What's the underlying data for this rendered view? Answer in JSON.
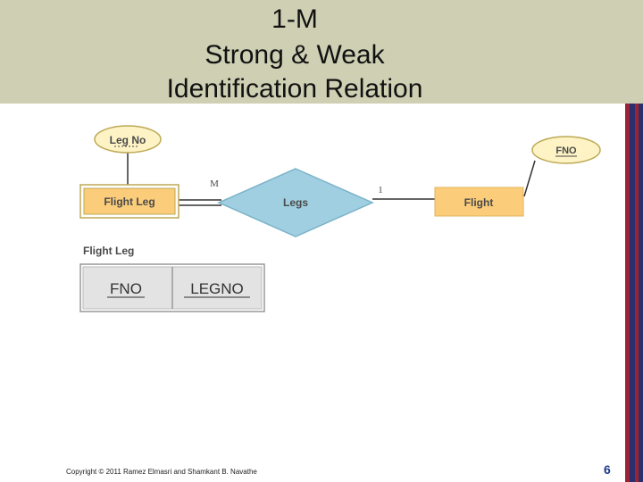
{
  "slide": {
    "title_lines": [
      "1-M",
      "Strong & Weak",
      "Identification Relation"
    ],
    "copyright": "Copyright © 2011 Ramez Elmasri and Shamkant B. Navathe",
    "page_number": "6"
  },
  "diagram": {
    "attributes": {
      "leg_no": "Leg No",
      "fno": "FNO"
    },
    "entities": {
      "weak": "Flight Leg",
      "strong": "Flight"
    },
    "relationship": "Legs",
    "cardinality": {
      "weak_side": "M",
      "strong_side": "1"
    },
    "relation_table": {
      "name": "Flight Leg",
      "columns": [
        "FNO",
        "LEGNO"
      ]
    }
  },
  "colors": {
    "title_band": "#cfcfb4",
    "entity_fill": "#fbcd7a",
    "attribute_fill": "#fdf3c5",
    "relationship_fill": "#9fcfe0",
    "table_fill": "#e3e3e3",
    "stripe_red": "#9b2335",
    "stripe_navy": "#2b2f6b"
  }
}
